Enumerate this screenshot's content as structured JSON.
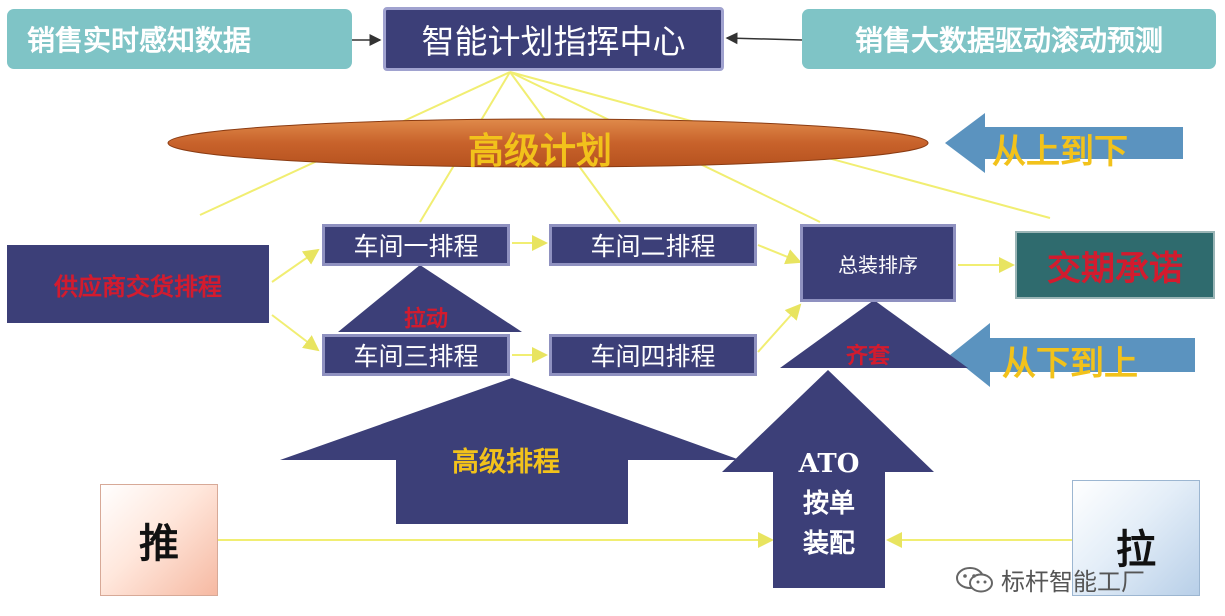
{
  "top": {
    "left_source": "销售实时感知数据",
    "center": "智能计划指挥中心",
    "right_source": "销售大数据驱动滚动预测"
  },
  "ellipse_label": "高级计划",
  "arrows": {
    "top_down": "从上到下",
    "bottom_up": "从下到上"
  },
  "middle": {
    "supplier": "供应商交货排程",
    "ws1": "车间一排程",
    "ws2": "车间二排程",
    "ws3": "车间三排程",
    "ws4": "车间四排程",
    "assembly": "总装排序",
    "delivery": "交期承诺",
    "tri_left": "拉动",
    "tri_right": "齐套"
  },
  "big_arrow": "高级排程",
  "ato": {
    "line1": "ATO",
    "line2": "按单",
    "line3": "装配"
  },
  "push": "推",
  "pull": "拉",
  "watermark": "标杆智能工厂",
  "colors": {
    "teal": "#7fc4c6",
    "navy": "#3c3f78",
    "ellipse": "#c8622b",
    "gold": "#f2c21b",
    "yellow_line": "#f3f06a",
    "blue_arrow": "#5b93bf",
    "red": "#d31b2e",
    "dark_teal": "#2f6b6e"
  }
}
